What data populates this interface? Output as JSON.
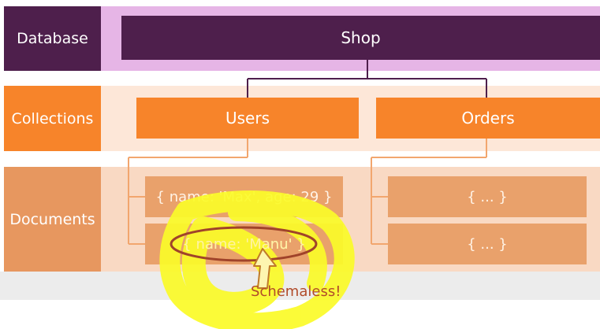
{
  "rows": {
    "database": "Database",
    "collections": "Collections",
    "documents": "Documents"
  },
  "database": {
    "name": "Shop"
  },
  "collections": [
    {
      "name": "Users"
    },
    {
      "name": "Orders"
    }
  ],
  "documents": {
    "users": [
      "{ name: 'Max', age: 29 }",
      "{ name: 'Manu' }"
    ],
    "orders": [
      "{ ... }",
      "{ ... }"
    ]
  },
  "annotation": {
    "text": "Schemaless!"
  },
  "colors": {
    "database_dark": "#4e1f4c",
    "database_light": "#e6b5e6",
    "collections_orange": "#f7842a",
    "collections_band": "#fde7d8",
    "documents_label": "#e7975f",
    "documents_band": "#f9d9c3",
    "document_box": "#e9a16b",
    "connector_orange": "#f2a66e",
    "highlight": "#fbfb2a",
    "ellipse": "#a0432a"
  }
}
